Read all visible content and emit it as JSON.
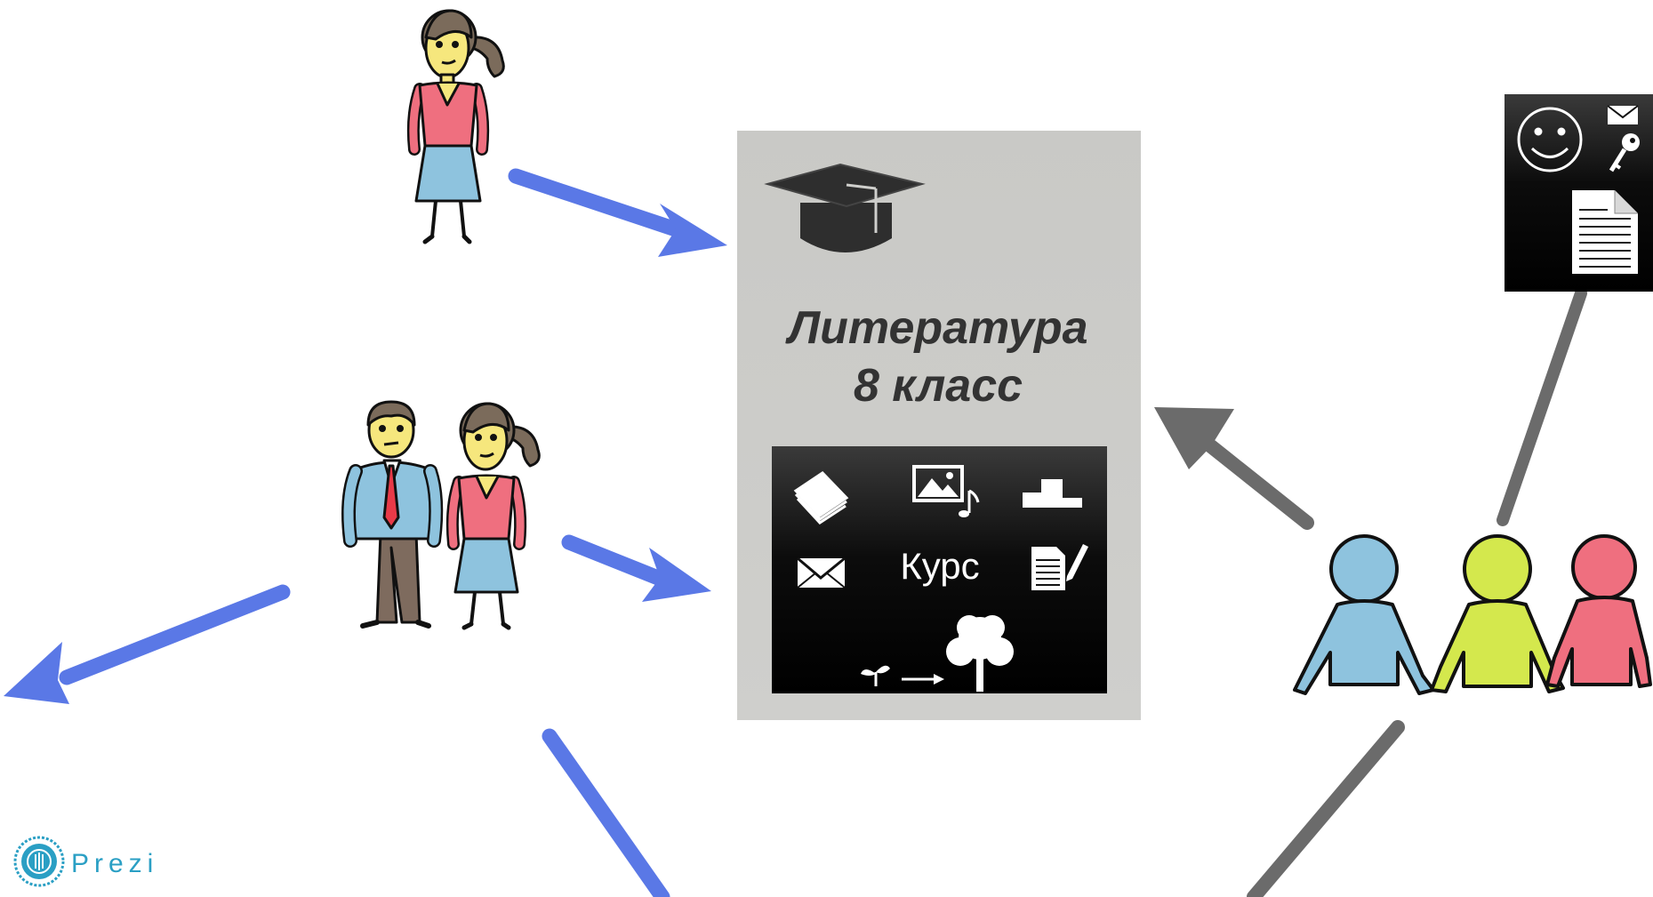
{
  "course_card": {
    "title_line1": "Литература",
    "title_line2": "8 класс",
    "inner_label": "Курс",
    "icons": [
      "graduation-cap-icon",
      "book-icon",
      "image-music-icon",
      "podium-icon",
      "envelope-icon",
      "document-pencil-icon",
      "sprout-to-tree-icon"
    ]
  },
  "profile_panel": {
    "icons": [
      "smiley-icon",
      "envelope-icon",
      "key-icon",
      "document-icon"
    ]
  },
  "figures": [
    "woman-figure",
    "couple-figure",
    "group-of-three-figure"
  ],
  "brand": {
    "logo_text": "Prezi"
  },
  "colors": {
    "blue_arrow": "#5a78e6",
    "gray_arrow": "#6b6b6b",
    "card_bg": "#cbcbc8",
    "person_blue": "#8ec3de",
    "person_green": "#d4e84d",
    "person_red": "#ef6f7f"
  }
}
